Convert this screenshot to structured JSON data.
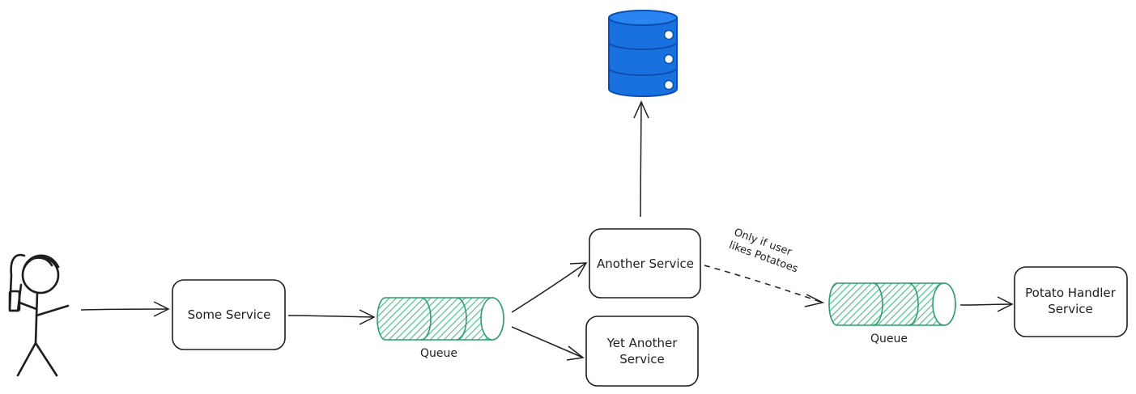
{
  "colors": {
    "ink": "#1e1e1e",
    "queue_stroke": "#2f9e6b",
    "queue_hatch": "#40c080",
    "db_fill": "#1971e0",
    "db_stroke": "#0b4fb5"
  },
  "nodes": {
    "user": {
      "icon": "stick-figure-user-icon"
    },
    "some_service": {
      "label": "Some Service"
    },
    "queue_1": {
      "label": "Queue"
    },
    "another_service": {
      "label": "Another Service"
    },
    "yet_another_service": {
      "line1": "Yet Another",
      "line2": "Service"
    },
    "database": {
      "icon": "database-icon"
    },
    "queue_2": {
      "label": "Queue"
    },
    "potato_handler_service": {
      "line1": "Potato Handler",
      "line2": "Service"
    }
  },
  "edges": {
    "conditional_note": {
      "line1": "Only if user",
      "line2": "likes Potatoes"
    }
  }
}
